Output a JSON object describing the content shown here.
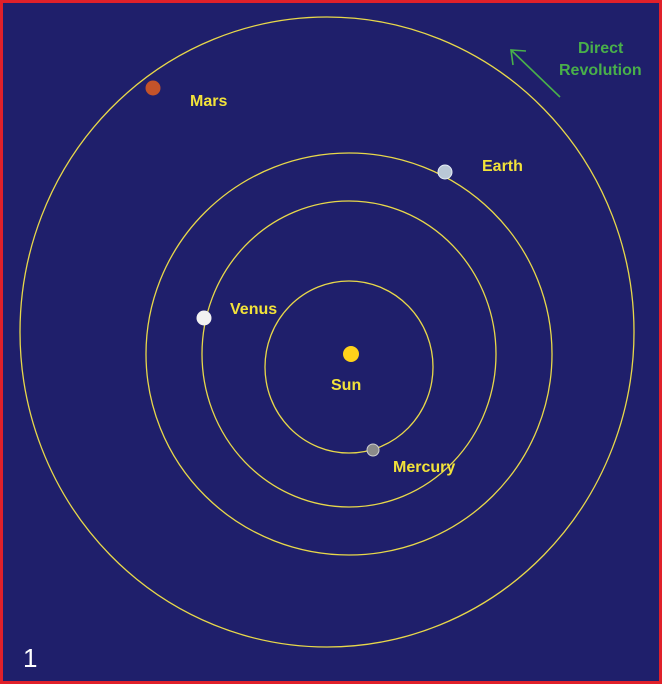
{
  "figure_number": "1",
  "direction_label": [
    "Direct",
    "Revolution"
  ],
  "labels": {
    "sun": "Sun",
    "mercury": "Mercury",
    "venus": "Venus",
    "earth": "Earth",
    "mars": "Mars"
  },
  "colors": {
    "background": "#1f1f6b",
    "frame": "#e0202a",
    "orbit": "#e8d84a",
    "label": "#f2e23a",
    "arrow": "#49b04a",
    "sun": "#ffd21a",
    "mercury": "#8a8a8a",
    "venus": "#f2f2f2",
    "earth": "#b9c7d6",
    "mars": "#c4532a",
    "fig_number": "#ffffff"
  }
}
